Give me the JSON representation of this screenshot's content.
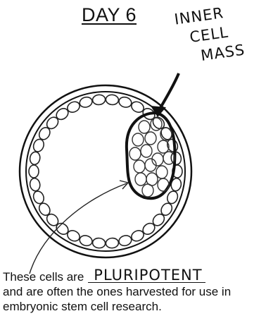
{
  "title": "DAY 6",
  "label": {
    "line1": "INNER",
    "line2": "CELL",
    "line3": "MASS"
  },
  "caption": {
    "prefix": "These cells are",
    "answer": "PLURIPOTENT",
    "rest": "and are often the ones harvested for use in embryonic stem cell research."
  }
}
